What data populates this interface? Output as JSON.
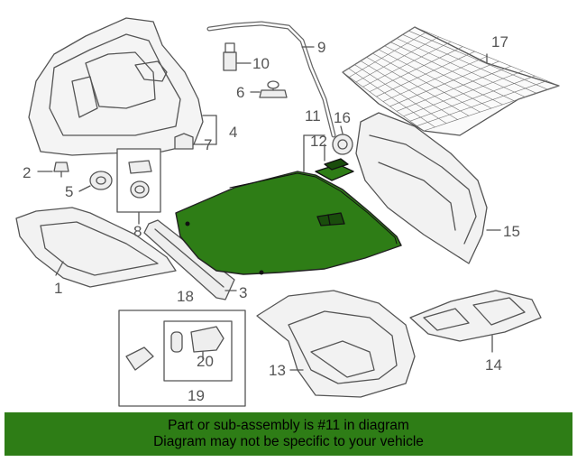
{
  "diagram": {
    "callouts": {
      "c1": "1",
      "c2": "2",
      "c3": "3",
      "c4": "4",
      "c5": "5",
      "c6": "6",
      "c7": "7",
      "c8": "8",
      "c9": "9",
      "c10": "10",
      "c11": "11",
      "c12": "12",
      "c13": "13",
      "c14": "14",
      "c15": "15",
      "c16": "16",
      "c17": "17",
      "c18": "18",
      "c19": "19",
      "c20": "20"
    },
    "highlight_color": "#2e7d16",
    "line_color": "#555555"
  },
  "banner": {
    "line1": "Part or sub-assembly is #11 in diagram",
    "line2": "Diagram may not be specific to your vehicle"
  }
}
